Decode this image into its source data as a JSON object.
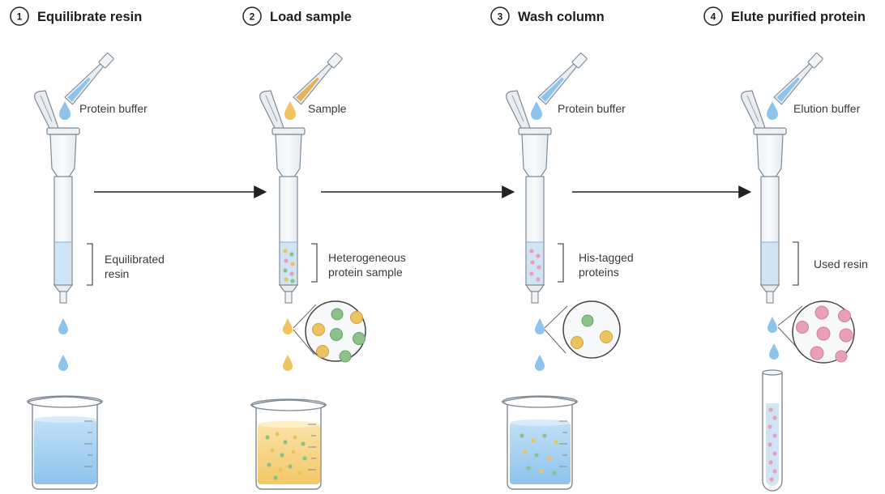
{
  "steps": [
    {
      "number": "1",
      "title": "Equilibrate resin",
      "reagent": "Protein buffer",
      "resin_label": [
        "Equilibrated",
        "resin"
      ]
    },
    {
      "number": "2",
      "title": "Load sample",
      "reagent": "Sample",
      "resin_label": [
        "Heterogeneous",
        "protein sample"
      ]
    },
    {
      "number": "3",
      "title": "Wash column",
      "reagent": "Protein buffer",
      "resin_label": [
        "His-tagged",
        "proteins"
      ]
    },
    {
      "number": "4",
      "title": "Elute purified protein",
      "reagent": "Elution buffer",
      "resin_label": [
        "Used resin"
      ]
    }
  ],
  "colors": {
    "buffer": "#8ec3ec",
    "resin": "#cfe5f6",
    "sample": "#f0c45e",
    "green_protein": "#8ac28a",
    "yellow_protein": "#ecc35e",
    "pink_protein": "#e9a0b6",
    "arrow": "#222222"
  },
  "icons": [
    "pipette-icon",
    "drop-icon",
    "column-icon",
    "beaker-icon",
    "magnifier-icon",
    "test-tube-icon",
    "arrow-right-icon"
  ]
}
